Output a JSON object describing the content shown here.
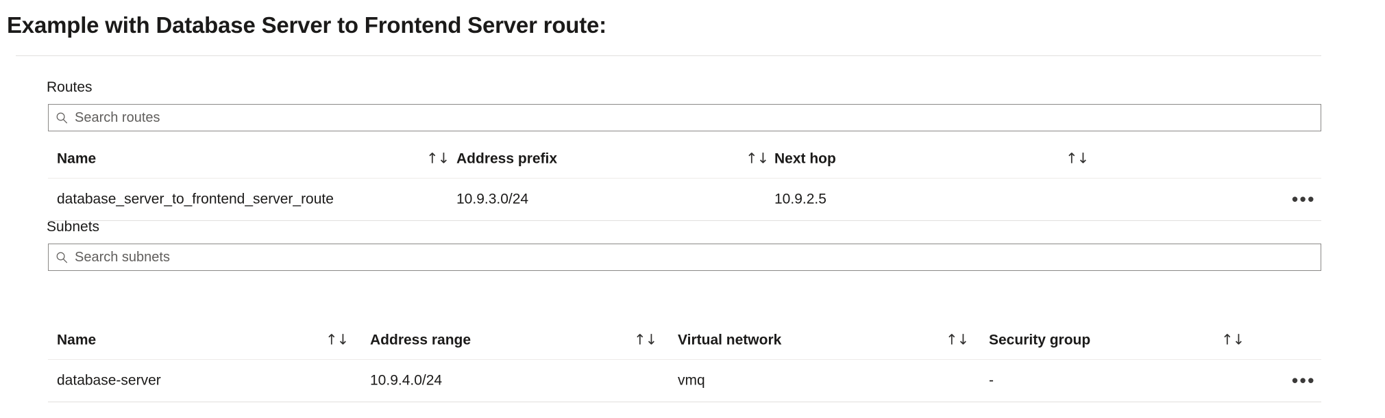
{
  "header": {
    "title": "Example with Database Server to Frontend Server route:"
  },
  "routes_section": {
    "label": "Routes",
    "search": {
      "placeholder": "Search routes",
      "value": "",
      "icon": "search-icon"
    },
    "table": {
      "columns": [
        {
          "label": "Name",
          "sortable": true,
          "sort_icon": "↑↓"
        },
        {
          "label": "Address prefix",
          "sortable": true,
          "sort_icon": "↑↓"
        },
        {
          "label": "Next hop",
          "sortable": true,
          "sort_icon": "↑↓"
        }
      ],
      "rows": [
        {
          "name": "database_server_to_frontend_server_route",
          "address_prefix": "10.9.3.0/24",
          "next_hop": "10.9.2.5",
          "menu": "•••"
        }
      ]
    }
  },
  "subnets_section": {
    "label": "Subnets",
    "search": {
      "placeholder": "Search subnets",
      "value": "",
      "icon": "search-icon"
    },
    "table": {
      "columns": [
        {
          "label": "Name",
          "sortable": true,
          "sort_icon": "↑↓"
        },
        {
          "label": "Address range",
          "sortable": true,
          "sort_icon": "↑↓"
        },
        {
          "label": "Virtual network",
          "sortable": true,
          "sort_icon": "↑↓"
        },
        {
          "label": "Security group",
          "sortable": true,
          "sort_icon": "↑↓"
        }
      ],
      "rows": [
        {
          "name": "database-server",
          "address_range": "10.9.4.0/24",
          "virtual_network": "vmq",
          "security_group": "-",
          "menu": "•••"
        }
      ]
    }
  },
  "colors": {
    "background": "#ffffff",
    "text": "#1b1a19",
    "placeholder": "#605e5c",
    "border": "#8a8886",
    "divider": "#e1dfdd",
    "row_divider": "#edebe9"
  }
}
